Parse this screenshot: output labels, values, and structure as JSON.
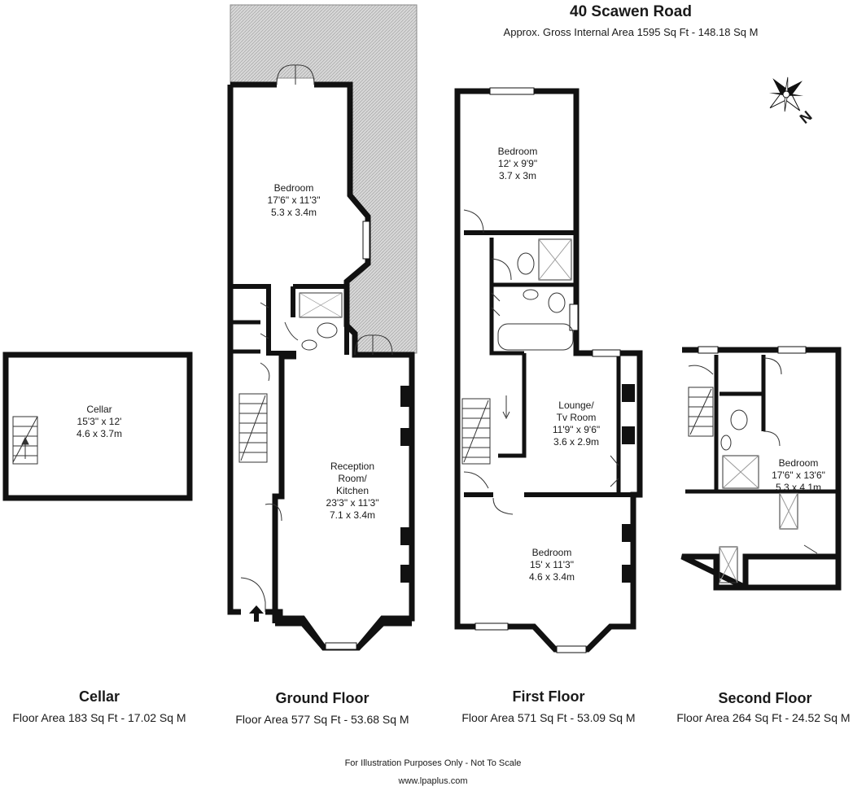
{
  "header": {
    "title": "40 Scawen Road",
    "subtitle": "Approx. Gross Internal Area 1595 Sq Ft - 148.18 Sq M"
  },
  "compass": {
    "label": "N",
    "icon": "compass-rose-icon"
  },
  "rooms": {
    "cellar": {
      "name": "Cellar",
      "imperial": "15'3\" x 12'",
      "metric": "4.6 x 3.7m"
    },
    "ground_bedroom": {
      "name": "Bedroom",
      "imperial": "17'6\" x 11'3\"",
      "metric": "5.3 x 3.4m"
    },
    "reception": {
      "name_line1": "Reception",
      "name_line2": "Room/",
      "name_line3": "Kitchen",
      "imperial": "23'3\" x 11'3\"",
      "metric": "7.1 x 3.4m"
    },
    "first_bedroom_rear": {
      "name": "Bedroom",
      "imperial": "12' x 9'9\"",
      "metric": "3.7 x 3m"
    },
    "lounge": {
      "name_line1": "Lounge/",
      "name_line2": "Tv Room",
      "imperial": "11'9\" x 9'6\"",
      "metric": "3.6 x 2.9m"
    },
    "first_bedroom_front": {
      "name": "Bedroom",
      "imperial": "15' x 11'3\"",
      "metric": "4.6 x 3.4m"
    },
    "second_bedroom": {
      "name": "Bedroom",
      "imperial": "17'6\" x 13'6\"",
      "metric": "5.3 x 4.1m"
    }
  },
  "floors": [
    {
      "name": "Cellar",
      "area": "Floor Area 183 Sq Ft - 17.02 Sq M"
    },
    {
      "name": "Ground Floor",
      "area": "Floor Area 577 Sq Ft - 53.68 Sq M"
    },
    {
      "name": "First Floor",
      "area": "Floor Area 571 Sq Ft - 53.09 Sq M"
    },
    {
      "name": "Second Floor",
      "area": "Floor Area 264 Sq Ft - 24.52 Sq M"
    }
  ],
  "footer": {
    "disclaimer": "For Illustration Purposes Only - Not To Scale",
    "website": "www.lpaplus.com"
  },
  "colors": {
    "wall": "#111111",
    "garden": "#d4d4d4"
  }
}
